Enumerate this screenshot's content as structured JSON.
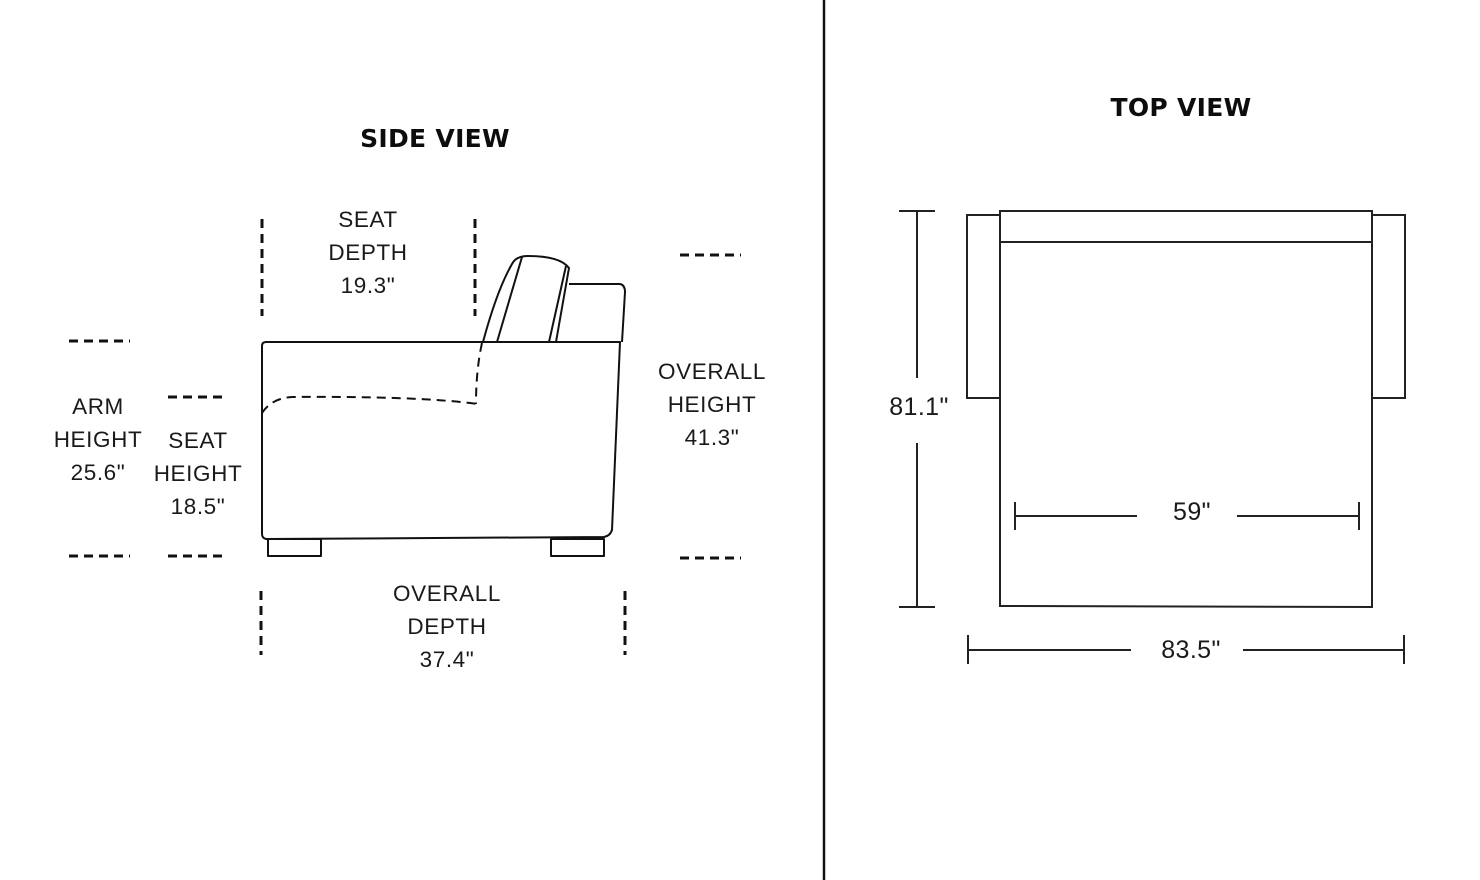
{
  "side_view": {
    "title": "SIDE VIEW",
    "seat_depth": {
      "line1": "SEAT",
      "line2": "DEPTH",
      "value": "19.3\""
    },
    "arm_height": {
      "line1": "ARM",
      "line2": "HEIGHT",
      "value": "25.6\""
    },
    "seat_height": {
      "line1": "SEAT",
      "line2": "HEIGHT",
      "value": "18.5\""
    },
    "overall_height": {
      "line1": "OVERALL",
      "line2": "HEIGHT",
      "value": "41.3\""
    },
    "overall_depth": {
      "line1": "OVERALL",
      "line2": "DEPTH",
      "value": "37.4\""
    }
  },
  "top_view": {
    "title": "TOP VIEW",
    "length": "81.1\"",
    "inner_width": "59\"",
    "overall_width": "83.5\""
  },
  "colors": {
    "line": "#111111",
    "background": "#ffffff"
  }
}
